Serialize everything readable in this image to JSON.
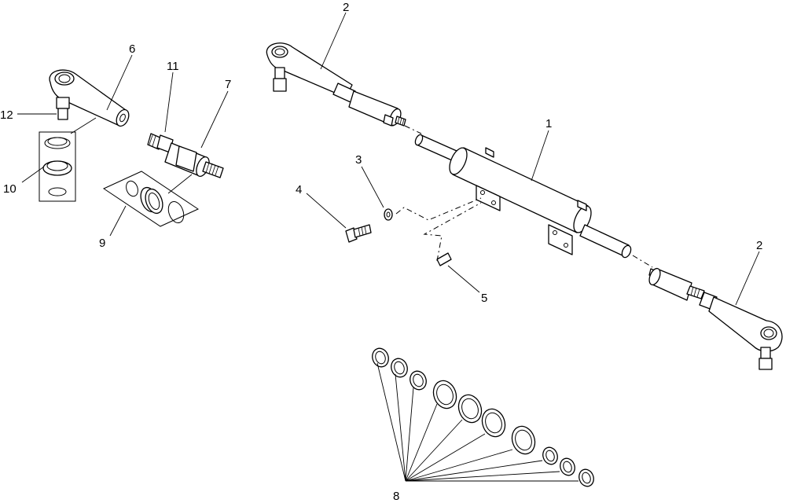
{
  "callouts": {
    "c1": "1",
    "c2_top": "2",
    "c2_right": "2",
    "c3": "3",
    "c4": "4",
    "c5": "5",
    "c6": "6",
    "c7": "7",
    "c8": "8",
    "c9": "9",
    "c10": "10",
    "c11": "11",
    "c12": "12"
  }
}
